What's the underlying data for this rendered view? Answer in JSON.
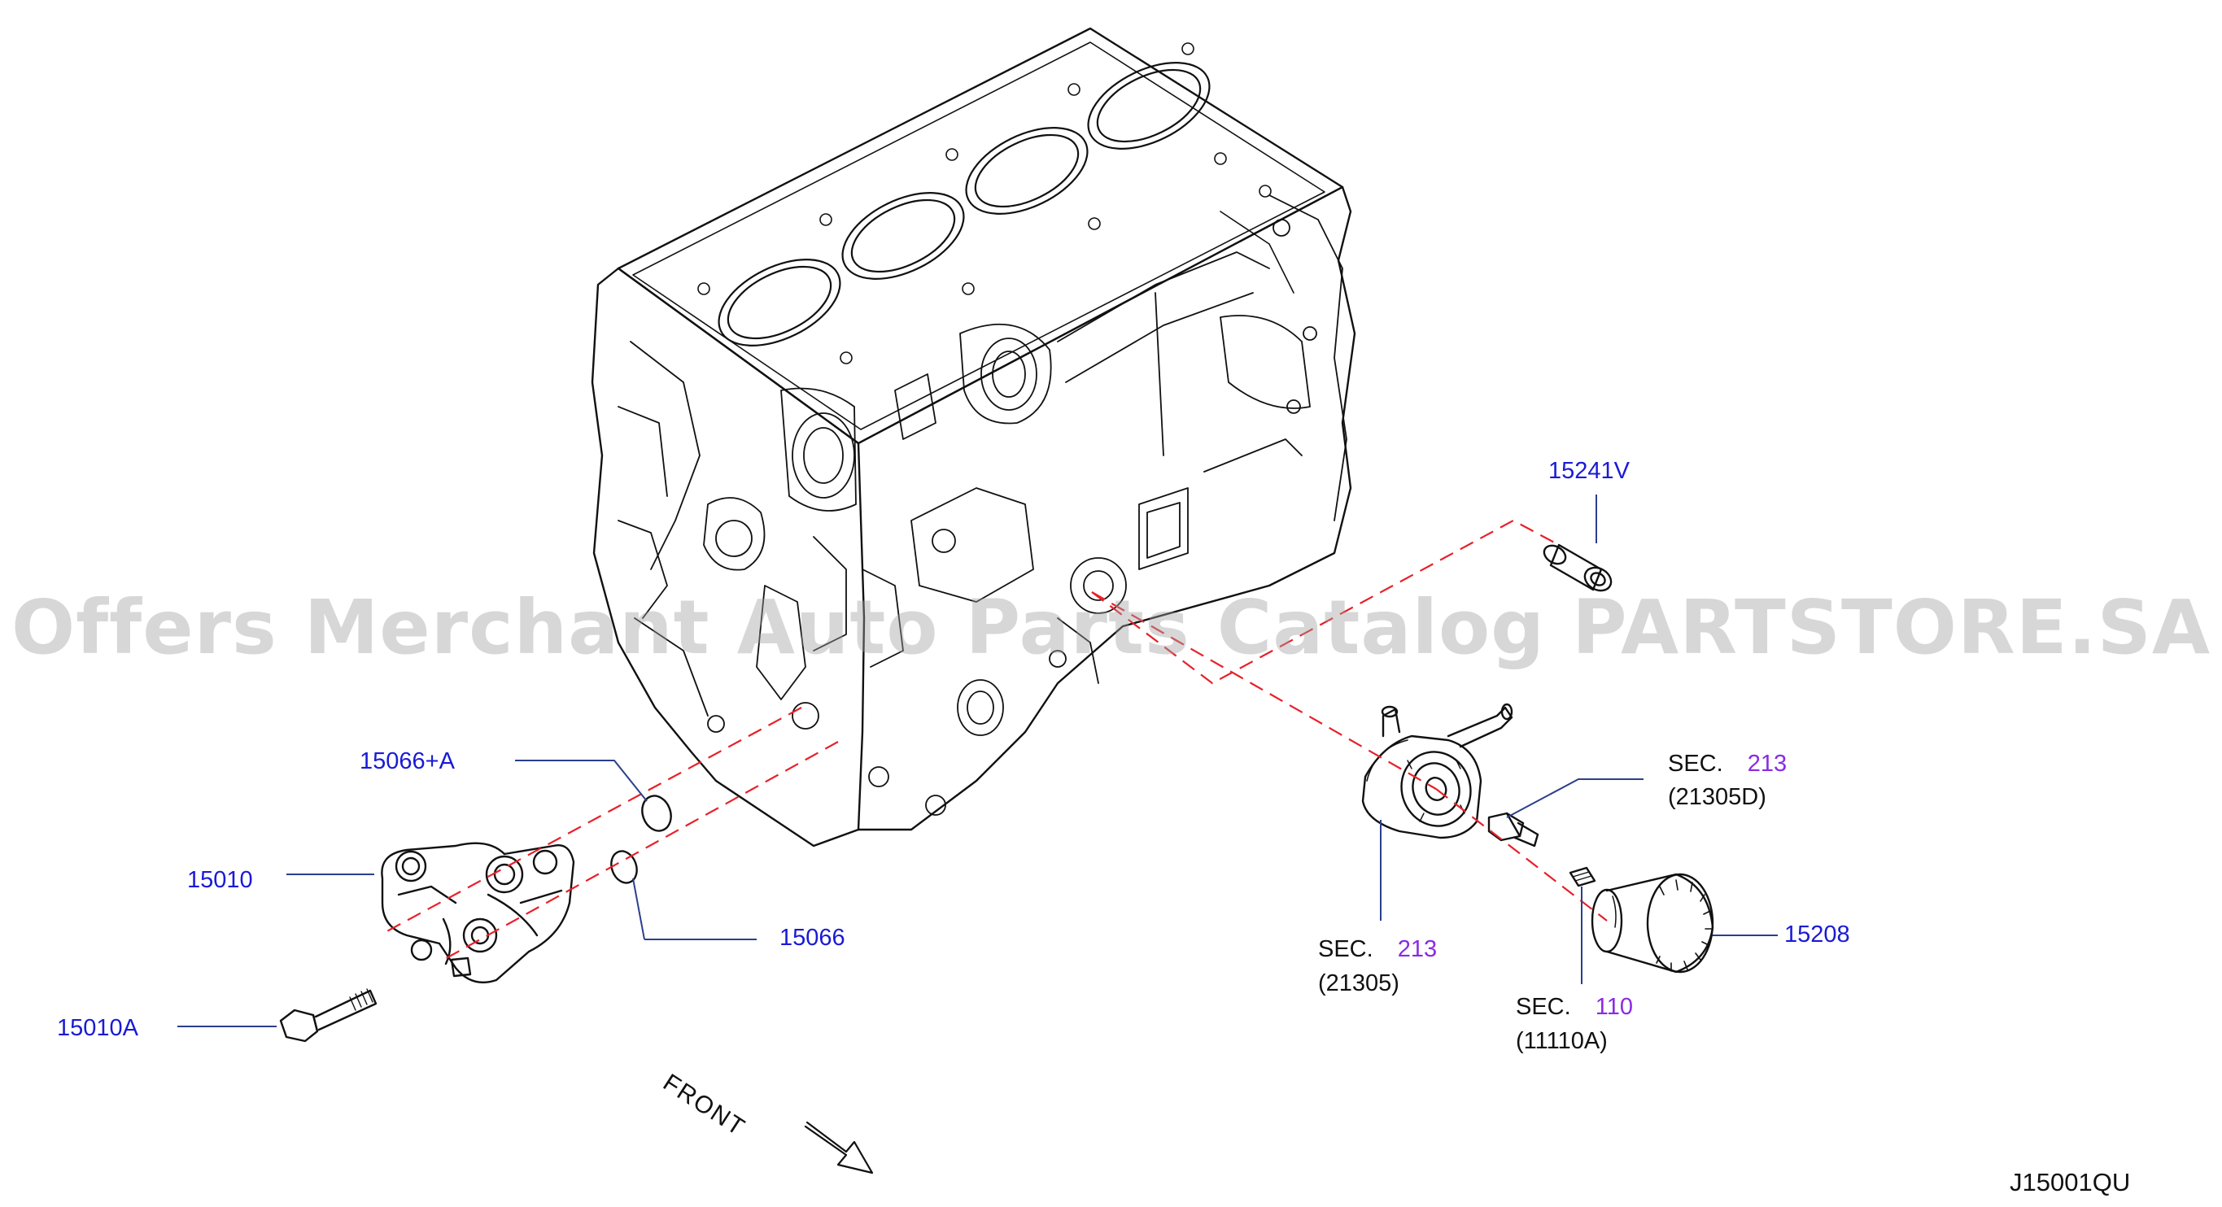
{
  "parts": {
    "p15241v": "15241V",
    "p15066a": "15066+A",
    "p15010": "15010",
    "p15066": "15066",
    "p15010a": "15010A",
    "p15208": "15208"
  },
  "sections": [
    {
      "prefix": "SEC.",
      "number": "213",
      "sub": "(21305D)"
    },
    {
      "prefix": "SEC.",
      "number": "213",
      "sub": "(21305)"
    },
    {
      "prefix": "SEC.",
      "number": "110",
      "sub": "(11110A)"
    }
  ],
  "front_label": "FRONT",
  "diagram_code": "J15001QU",
  "watermark": "Offers Merchant Auto Parts Catalog PARTSTORE.SA",
  "colors": {
    "part_number": "#1a1ad6",
    "section_number": "#8a2be2",
    "guide_line": "#e8202a",
    "line_art": "#111111"
  }
}
